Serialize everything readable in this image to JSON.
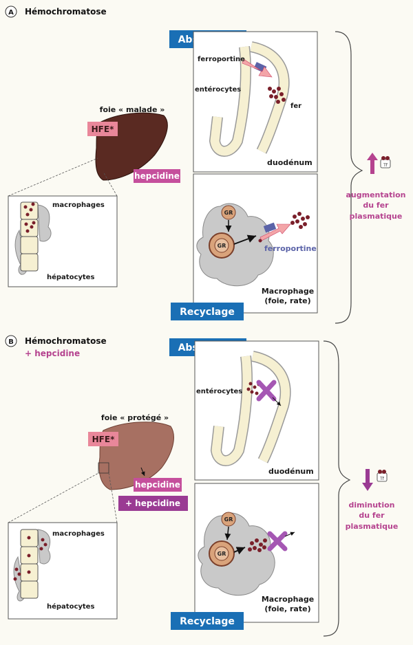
{
  "panel_a": {
    "letter": "A",
    "title": "Hémochromatose",
    "liver_label": "foie « malade »",
    "hfe_label": "HFE*",
    "hepcidine_label": "hepcidine",
    "inset": {
      "macrophages": "macrophages",
      "hepatocytes": "hépatocytes"
    },
    "absorption": {
      "header": "Absorption",
      "ferroportine": "ferroportine",
      "enterocytes": "entérocytes",
      "fer": "fer",
      "duodenum": "duodénum"
    },
    "recycling": {
      "header": "Recyclage",
      "gr1": "GR",
      "gr2": "GR",
      "ferroportine": "ferroportine",
      "macrophage_line1": "Macrophage",
      "macrophage_line2": "(foie, rate)"
    },
    "outcome": {
      "line1": "augmentation",
      "line2": "du fer",
      "line3": "plasmatique",
      "direction": "up",
      "tf_label": "Tf"
    }
  },
  "panel_b": {
    "letter": "B",
    "title": "Hémochromatose",
    "subtitle": "+ hepcidine",
    "liver_label": "foie « protégé »",
    "hfe_label": "HFE*",
    "hepcidine_label": "hepcidine",
    "plus_hepcidine_label": "+ hepcidine",
    "inset": {
      "macrophages": "macrophages",
      "hepatocytes": "hépatocytes"
    },
    "absorption": {
      "header": "Absorption",
      "enterocytes": "entérocytes",
      "duodenum": "duodénum"
    },
    "recycling": {
      "header": "Recyclage",
      "gr1": "GR",
      "gr2": "GR",
      "macrophage_line1": "Macrophage",
      "macrophage_line2": "(foie, rate)"
    },
    "outcome": {
      "line1": "diminution",
      "line2": "du fer",
      "line3": "plasmatique",
      "direction": "down",
      "tf_label": "Tf"
    }
  },
  "colors": {
    "blue_header": "#1a6fb5",
    "pink_label": "#e9879a",
    "magenta_label": "#c54f9c",
    "purple_text": "#b5438f",
    "liver_sick": "#5a2a22",
    "liver_protected": "#a77062",
    "iron_dot": "#7a1f2a",
    "cell_fill": "#f6f0d2",
    "macrophage_fill": "#c9c9c9",
    "ferroportine_blue": "#5b63a8"
  }
}
